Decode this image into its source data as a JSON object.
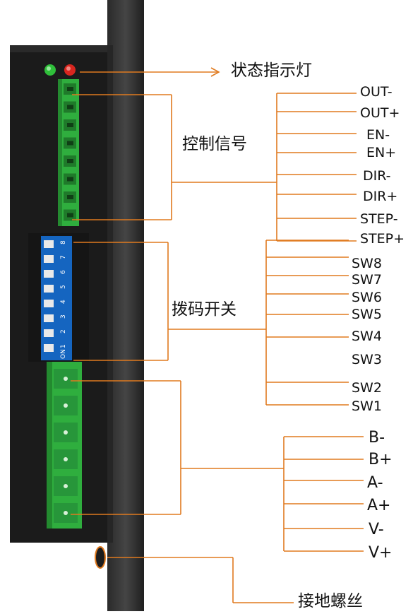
{
  "labels": {
    "status_led": "状态指示灯",
    "control_signal": "控制信号",
    "dip_switch": "拨码开关",
    "ground_screw": "接地螺丝"
  },
  "control_pins": [
    "OUT-",
    "OUT+",
    "EN-",
    "EN+",
    "DIR-",
    "DIR+",
    "STEP-",
    "STEP+"
  ],
  "switch_pins": [
    "SW8",
    "SW7",
    "SW6",
    "SW5",
    "SW4",
    "SW3",
    "SW2",
    "SW1"
  ],
  "power_pins": [
    "B-",
    "B+",
    "A-",
    "A+",
    "V-",
    "V+"
  ],
  "dip_numbers": [
    "8",
    "7",
    "6",
    "5",
    "4",
    "3",
    "2",
    "1"
  ],
  "dip_on_label": "ON",
  "colors": {
    "leader_line": "#e07a1f",
    "device_body": "#1c1c1c",
    "terminal_green": "#2fae3e",
    "dip_blue": "#1565c0",
    "led_green": "#2fbf3a",
    "led_red": "#d8261f"
  }
}
